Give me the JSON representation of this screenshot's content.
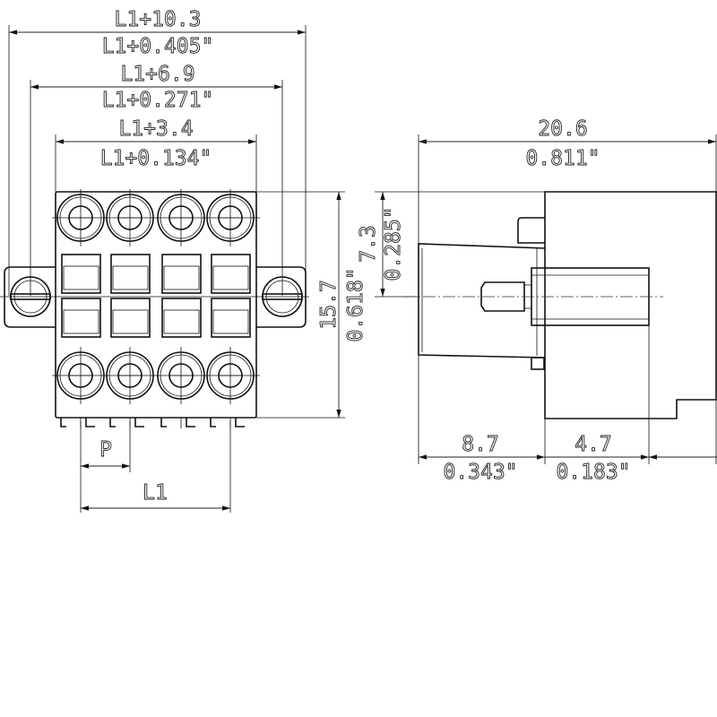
{
  "front_view": {
    "dim_overall": {
      "mm": "L1+10.3",
      "inch": "L1+0.405\""
    },
    "dim_screws": {
      "mm": "L1+6.9",
      "inch": "L1+0.271\""
    },
    "dim_body": {
      "mm": "L1+3.4",
      "inch": "L1+0.134\""
    },
    "dim_height": {
      "mm": "15.7",
      "inch": "0.618\""
    },
    "dim_pitch": {
      "label": "P"
    },
    "dim_length": {
      "label": "L1"
    },
    "poles": 4
  },
  "side_view": {
    "dim_depth": {
      "mm": "20.6",
      "inch": "0.811\""
    },
    "dim_center": {
      "mm": "7.3",
      "inch": "0.285\""
    },
    "dim_front": {
      "mm": "8.7",
      "inch": "0.343\""
    },
    "dim_rear": {
      "mm": "4.7",
      "inch": "0.183\""
    }
  }
}
